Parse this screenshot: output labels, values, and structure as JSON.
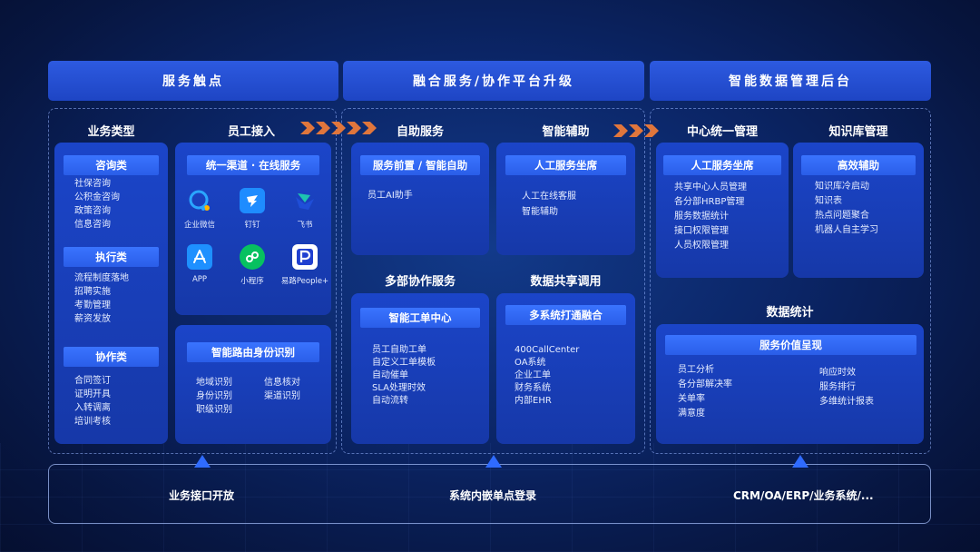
{
  "headers": [
    "服务触点",
    "融合服务/协作平台升级",
    "智能数据管理后台"
  ],
  "col1": {
    "title_left": "业务类型",
    "title_right": "员工接入",
    "types": [
      {
        "label": "咨询类",
        "items": [
          "社保咨询",
          "公积金咨询",
          "政策咨询",
          "信息咨询"
        ]
      },
      {
        "label": "执行类",
        "items": [
          "流程制度落地",
          "招聘实施",
          "考勤管理",
          "薪资发放"
        ]
      },
      {
        "label": "协作类",
        "items": [
          "合同签订",
          "证明开具",
          "入转调离",
          "培训考核"
        ]
      }
    ],
    "channel": {
      "label": "统一渠道 · 在线服务",
      "apps": [
        {
          "name": "企业微信",
          "icon": "wecom-icon",
          "color": "#2aa6ff"
        },
        {
          "name": "钉钉",
          "icon": "dingtalk-icon",
          "color": "#1e8cff"
        },
        {
          "name": "飞书",
          "icon": "feishu-icon",
          "color": "#1ec4b0"
        },
        {
          "name": "APP",
          "icon": "app-store-icon",
          "color": "#1e90ff"
        },
        {
          "name": "小程序",
          "icon": "mini-program-icon",
          "color": "#07c160"
        },
        {
          "name": "易路People+",
          "icon": "people-plus-icon",
          "color": "#1f3fd0"
        }
      ]
    },
    "routing": {
      "label": "智能路由身份识别",
      "left": [
        "地域识别",
        "身份识别",
        "职级识别"
      ],
      "right": [
        "信息核对",
        "渠道识别"
      ]
    }
  },
  "col2": {
    "title_self": "自助服务",
    "title_smart": "智能辅助",
    "self_card": {
      "label": "服务前置 / 智能自助",
      "items": [
        "员工AI助手"
      ]
    },
    "smart_card": {
      "label": "人工服务坐席",
      "items": [
        "人工在线客服",
        "智能辅助"
      ]
    },
    "title_collab": "多部协作服务",
    "title_share": "数据共享调用",
    "ticket_card": {
      "label": "智能工单中心",
      "items": [
        "员工自助工单",
        "自定义工单模板",
        "自动催单",
        "SLA处理时效",
        "自动流转"
      ]
    },
    "fusion_card": {
      "label": "多系统打通融合",
      "items": [
        "400CallCenter",
        "OA系统",
        "企业工单",
        "财务系统",
        "内部EHR"
      ]
    }
  },
  "col3": {
    "title_center": "中心统一管理",
    "title_kb": "知识库管理",
    "center_card": {
      "label": "人工服务坐席",
      "items": [
        "共享中心人员管理",
        "各分部HRBP管理",
        "服务数据统计",
        "接口权限管理",
        "人员权限管理"
      ]
    },
    "kb_card": {
      "label": "高效辅助",
      "items": [
        "知识库冷启动",
        "知识表",
        "热点问题聚合",
        "机器人自主学习"
      ]
    },
    "title_stats": "数据统计",
    "stats_card": {
      "label": "服务价值呈现",
      "left": [
        "员工分析",
        "各分部解决率",
        "关单率",
        "满意度"
      ],
      "right": [
        "响应时效",
        "服务排行",
        "多维统计报表"
      ]
    }
  },
  "bottom": [
    "业务接口开放",
    "系统内嵌单点登录",
    "CRM/OA/ERP/业务系统/..."
  ],
  "colors": {
    "accent_arrow": "#e0763c",
    "card": "#1b45c9",
    "pill": "#3a74ff"
  }
}
